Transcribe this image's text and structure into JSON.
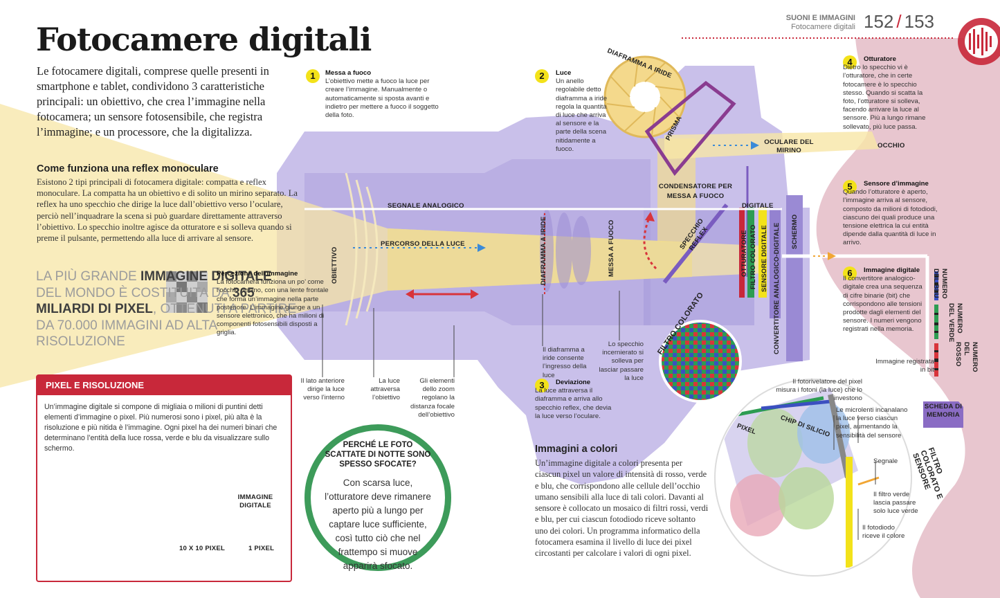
{
  "header": {
    "section": "SUONI E IMMAGINI",
    "subsection": "Fotocamere digitali",
    "page_left": "152",
    "page_sep": "/",
    "page_right": "153"
  },
  "title": "Fotocamere digitali",
  "intro": "Le fotocamere digitali, comprese quelle presenti in smartphone e tablet, condividono 3 caratteristiche principali: un obiettivo, che crea l’immagine nella fotocamera; un sensore fotosensibile, che registra l’immagine; e un processore, che la digitalizza.",
  "reflex": {
    "heading": "Come funziona una reflex monoculare",
    "text": "Esistono 2 tipi principali di fotocamera digitale: compatta e reflex monoculare. La compatta ha un obiettivo e di solito un mirino separato. La reflex ha uno specchio che dirige la luce dall’obiettivo verso l’oculare, perciò nell’inquadrare la scena si può guardare direttamente attraverso l’obiettivo. Lo specchio inoltre agisce da otturatore e si solleva quando si preme il pulsante, permettendo alla luce di arrivare al sensore."
  },
  "bigfact": {
    "p1": "La più grande ",
    "p2": "immagine digitale",
    "p3": " del mondo è costituita da ",
    "p4": "365 miliardi di pixel",
    "p5": ", ottenuti a partire da 70.000 immagini ad alta risoluzione"
  },
  "perception": {
    "heading": "Percezione dell’immagine",
    "text": "La fotocamera funziona un po’ come l’occhio umano, con una lente frontale che forma un’immagine nella parte posteriore. L’immagine giunge a un sensore elettronico, che ha milioni di componenti fotosensibili disposti a griglia."
  },
  "pixel_box": {
    "heading": "Pixel e risoluzione",
    "text": "Un’immagine digitale si compone di migliaia o milioni di puntini detti elementi d’immagine o pixel. Più numerosi sono i pixel, più alta è la risoluzione e più nitida è l’immagine. Ogni pixel ha dei numeri binari che determinano l’entità della luce rossa, verde e blu da visualizzare sullo schermo.",
    "label_image": "IMMAGINE DIGITALE",
    "label_10": "10 X 10 PIXEL",
    "label_1": "1 PIXEL"
  },
  "night": {
    "question": "Perché le foto scattate di notte sono spesso sfocate?",
    "answer": "Con scarsa luce, l’otturatore deve rimanere aperto più a lungo per captare luce sufficiente, così tutto ciò che nel frattempo si muove apparirà sfocato."
  },
  "steps": [
    {
      "n": "1",
      "title": "Messa a fuoco",
      "text": "L’obiettivo mette a fuoco la luce per creare l’immagine. Manualmente o automaticamente si sposta avanti e indietro per mettere a fuoco il soggetto della foto."
    },
    {
      "n": "2",
      "title": "Luce",
      "text": "Un anello regolabile detto diaframma a iride regola la quantità di luce che arriva al sensore e la parte della scena nitidamente a fuoco."
    },
    {
      "n": "3",
      "title": "Deviazione",
      "text": "La luce attraversa il diaframma e arriva allo specchio reflex, che devia la luce verso l’oculare."
    },
    {
      "n": "4",
      "title": "Otturatore",
      "text": "Dietro lo specchio vi è l’otturatore, che in certe fotocamere è lo specchio stesso. Quando si scatta la foto, l’otturatore si solleva, facendo arrivare la luce al sensore. Più a lungo rimane sollevato, più luce passa."
    },
    {
      "n": "5",
      "title": "Sensore d’immagine",
      "text": "Quando l’otturatore è aperto, l’immagine arriva al sensore, composto da milioni di fotodiodi, ciascuno dei quali produce una tensione elettrica la cui entità dipende dalla quantità di luce in arrivo."
    },
    {
      "n": "6",
      "title": "Immagine digitale",
      "text": "Il convertitore analogico-digitale crea una sequenza di cifre binarie (bit) che corrispondono alle tensioni prodotte dagli elementi del sensore. I numeri vengono registrati nella memoria."
    }
  ],
  "labels": {
    "diaframma_iride": "DIAFRAMMA A IRIDE",
    "prisma": "PRISMA",
    "oculare": "OCULARE DEL MIRINO",
    "occhio": "OCCHIO",
    "condensatore": "CONDENSATORE PER MESSA A FUOCO",
    "segnale_analogico": "SEGNALE ANALOGICO",
    "digitale": "DIGITALE",
    "obiettivo": "OBIETTIVO",
    "percorso": "PERCORSO DELLA LUCE",
    "diaframma_v": "DIAFRAMMA A IRIDE",
    "messa_fuoco": "MESSA A FUOCO",
    "specchio": "SPECCHIO REFLEX",
    "otturatore": "OTTURATORE",
    "filtro": "FILTRO COLORATO",
    "sensore": "SENSORE DIGITALE",
    "convertitore": "CONVERTITORE ANALOGICO-DIGITALE",
    "schermo": "SCHERMO",
    "filtro_colorato": "FILTRO COLORATO",
    "scheda": "SCHEDA DI MEMORIA",
    "num_blu": "NUMERO DEL BLU",
    "num_verde": "NUMERO DEL VERDE",
    "num_rosso": "NUMERO DEL ROSSO",
    "immagine_bit": "Immagine registrata in bit",
    "pixel": "PIXEL",
    "chip": "CHIP DI SILICIO",
    "filtro_sensore": "FILTRO COLORATO E SENSORE"
  },
  "captions": {
    "lato": "Il lato anteriore dirige la luce verso l’interno",
    "luce_attraversa": "La luce attraversa l’obiettivo",
    "zoom": "Gli elementi dello zoom regolano la distanza focale dell’obiettivo",
    "diaframma_ingresso": "Il diaframma a iride consente l’ingresso della luce",
    "specchio_inc": "Lo specchio incernierato si solleva per lasciar passare la luce",
    "fotorivelatore": "Il fotorivelatore del pixel misura i fotoni (la luce) che lo investono",
    "microlenti": "Le microlenti incanalano la luce verso ciascun pixel, aumentando la sensibilità del sensore",
    "segnale": "Segnale",
    "filtro_verde": "Il filtro verde lascia passare solo luce verde",
    "fotodiodo": "Il fotodiodo riceve il colore"
  },
  "colori": {
    "heading": "Immagini a colori",
    "text": "Un’immagine digitale a colori presenta per ciascun pixel un valore di intensità di rosso, verde e blu, che corrispondono alle cellule dell’occhio umano sensibili alla luce di tali colori. Davanti al sensore è collocato un mosaico di filtri rossi, verdi e blu, per cui ciascun fotodiodo riceve soltanto uno dei colori. Un programma informatico della fotocamera esamina il livello di luce dei pixel circostanti per calcolare i valori di ogni pixel."
  },
  "colors": {
    "accent_red": "#c8283a",
    "yellow": "#f3e21a",
    "lavender": "#c6bde9",
    "pink": "#e8c6cf",
    "green": "#3d9b5a"
  }
}
